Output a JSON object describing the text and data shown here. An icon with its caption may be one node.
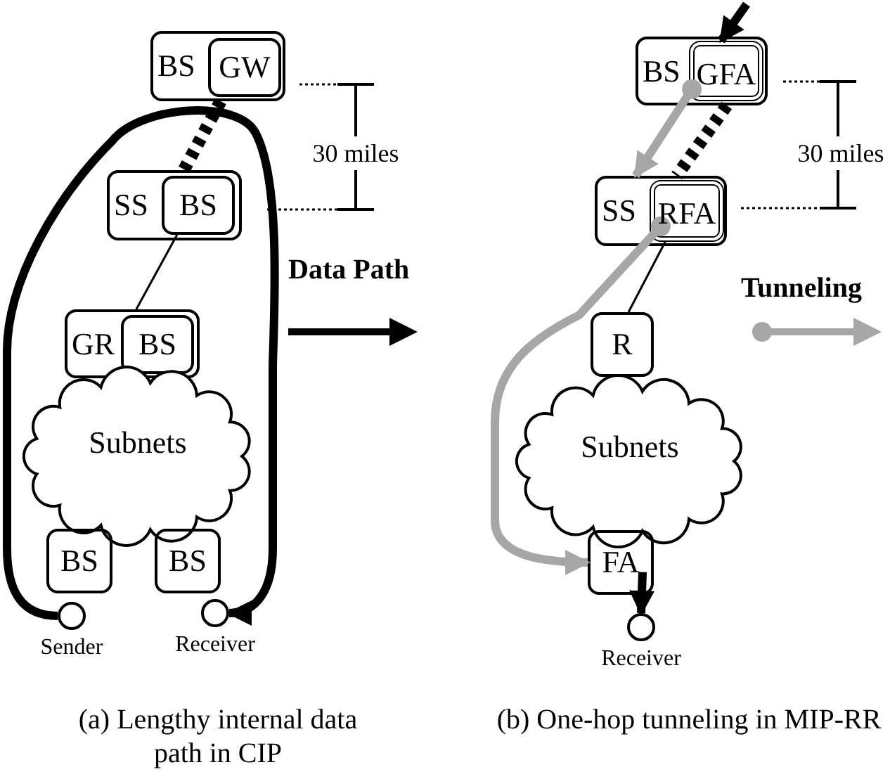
{
  "diagram": {
    "nodes": [
      {
        "text": [
          "BS"
        ]
      },
      {
        "text": [
          "GW"
        ],
        "in": 0
      },
      {
        "text": [
          "SS"
        ]
      },
      {
        "text": [
          "BS"
        ],
        "in": 2
      },
      {
        "text": [
          "GR"
        ]
      },
      {
        "text": [
          "BS"
        ],
        "in": 4
      },
      {
        "text": [
          "Subnets"
        ]
      },
      {
        "text": [
          "BS"
        ]
      },
      {
        "text": [
          "BS"
        ]
      },
      {
        "text": [],
        "shape": "circle",
        "beside": [
          "Sender"
        ]
      },
      {
        "text": [],
        "shape": "circle",
        "beside": [
          "Receiver"
        ]
      },
      {
        "text": [
          "BS"
        ]
      },
      {
        "text": [
          "GFA"
        ],
        "in": 11
      },
      {
        "text": [
          "SS"
        ]
      },
      {
        "text": [
          "RFA"
        ],
        "in": 13
      },
      {
        "text": [
          "R"
        ]
      },
      {
        "text": [
          "Subnets"
        ]
      },
      {
        "text": [
          "FA"
        ]
      },
      {
        "text": [],
        "shape": "circle",
        "beside": [
          "Receiver"
        ]
      }
    ],
    "edges": [
      {
        "from": 0,
        "to": 2,
        "arrow": "none",
        "style": "dashed"
      },
      {
        "from": 3,
        "to": 4,
        "arrow": "none"
      },
      {
        "from": 9,
        "to": 10,
        "arrow": "to"
      },
      {
        "from": 11,
        "to": 13,
        "arrow": "none",
        "style": "dashed"
      },
      {
        "from": 14,
        "to": 15,
        "arrow": "none"
      },
      {
        "from": 12,
        "to": 13,
        "arrow": "to",
        "color": "#a6a6a6"
      },
      {
        "from": 14,
        "to": 17,
        "arrow": "to",
        "color": "#a6a6a6"
      },
      {
        "from": null,
        "to": 12,
        "arrow": "to"
      },
      {
        "from": 17,
        "to": 18,
        "arrow": "to"
      }
    ],
    "labels": [
      "30 miles",
      "30 miles",
      "(a) Lengthy internal data path in CIP",
      "(b) One-hop tunneling in MIP-RR"
    ],
    "legend": [
      {
        "text": "Data Path"
      },
      {
        "text": "Tunneling"
      }
    ]
  }
}
